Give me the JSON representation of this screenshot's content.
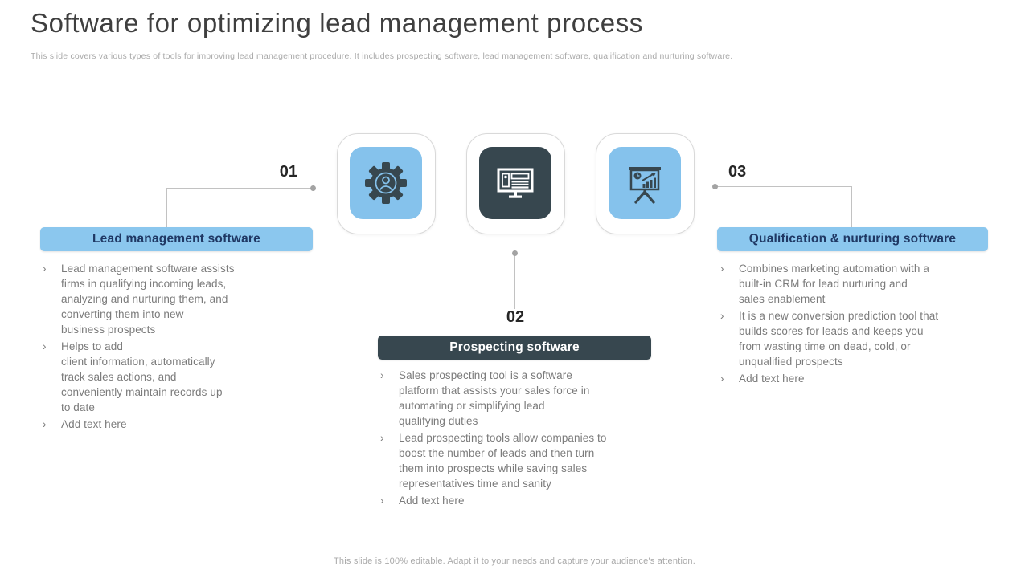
{
  "slide": {
    "title": "Software for optimizing lead management process",
    "subtitle": "This slide covers various types of tools for improving lead management procedure. It includes prospecting software, lead management software, qualification and nurturing software.",
    "footer": "This slide is 100% editable. Adapt it to your needs and capture your audience's attention."
  },
  "ui": {
    "bullet_char": "›"
  },
  "colors": {
    "accent_blue_header": "#8BC7EE",
    "accent_blue_icon": "#85C2EC",
    "dark_slate": "#37474F",
    "navy_header_text": "#1F3864",
    "body_text_gray": "#7b7b7b",
    "connector_gray": "#c2c2c2",
    "title_gray": "#3f3f3f"
  },
  "icon_cards": [
    {
      "icon": "gear-user-icon",
      "style": "blue"
    },
    {
      "icon": "monitor-list-icon",
      "style": "dark"
    },
    {
      "icon": "presentation-chart-icon",
      "style": "blue"
    }
  ],
  "sections": [
    {
      "number": "01",
      "label": "Lead management software",
      "bullets": [
        "Lead management software assists\nfirms in qualifying incoming leads,\nanalyzing and nurturing them, and\nconverting them into new\nbusiness prospects",
        "Helps to add\nclient information, automatically\ntrack sales actions, and\nconveniently maintain records up\nto date",
        "Add text here"
      ]
    },
    {
      "number": "02",
      "label": "Prospecting software",
      "bullets": [
        "Sales prospecting tool is a software\nplatform that assists your sales force in\nautomating or simplifying lead\nqualifying duties",
        "Lead prospecting tools allow companies to\nboost the number of leads and then turn\nthem into prospects while saving sales\nrepresentatives time and sanity",
        "Add text here"
      ]
    },
    {
      "number": "03",
      "label": "Qualification & nurturing software",
      "bullets": [
        "Combines marketing automation with a\nbuilt-in CRM for lead nurturing and\nsales enablement",
        "It is a new conversion prediction tool that\nbuilds scores for leads and keeps you\nfrom wasting time on dead, cold, or\nunqualified prospects",
        "Add text here"
      ]
    }
  ]
}
